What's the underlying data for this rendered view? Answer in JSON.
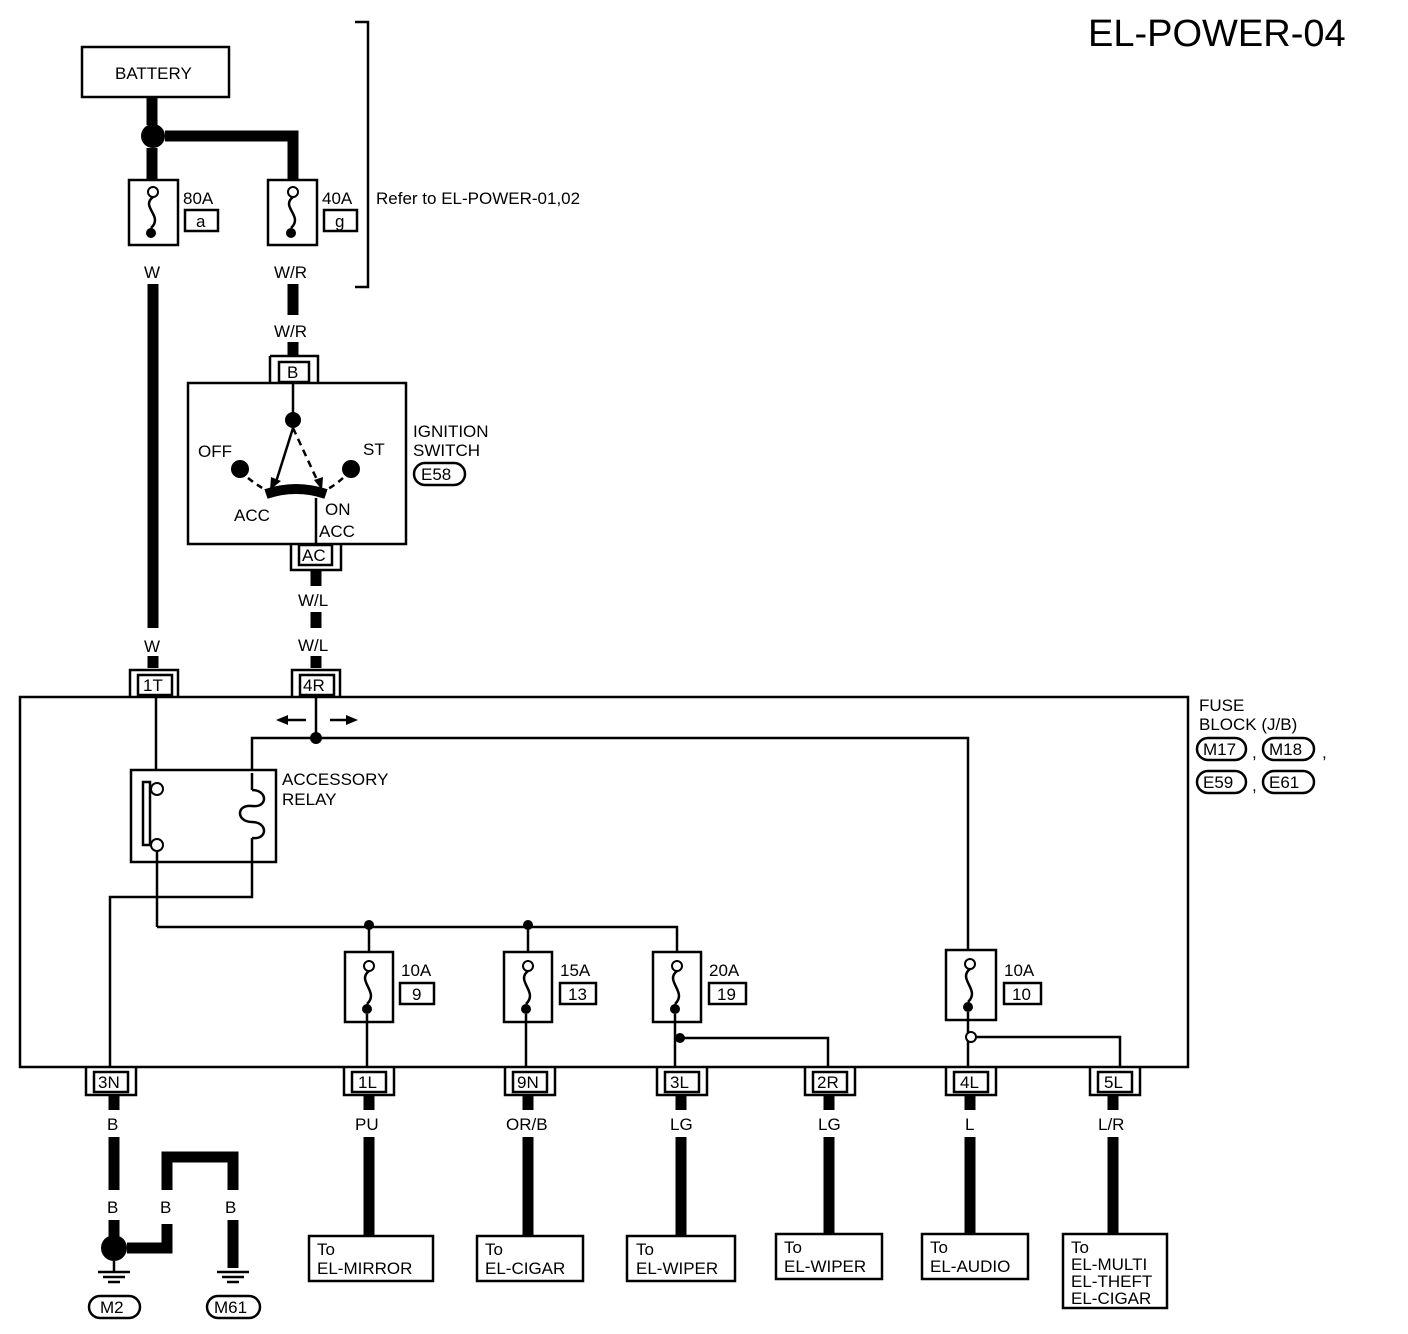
{
  "title": "EL-POWER-04",
  "battery": {
    "label": "BATTERY"
  },
  "fusible_links": [
    {
      "rating": "80A",
      "id": "a"
    },
    {
      "rating": "40A",
      "id": "g"
    }
  ],
  "refer_note": "Refer to EL-POWER-01,02",
  "wires": {
    "battery_left": "W",
    "battery_right": "W/R",
    "to_switch": "W/R",
    "switch_out_1": "W/L",
    "switch_out_2": "W/L",
    "to_fuse_block": "W"
  },
  "ignition_switch": {
    "name_line1": "IGNITION",
    "name_line2": "SWITCH",
    "connector": "E58",
    "terminal_in": "B",
    "terminal_out": "AC",
    "positions": {
      "off": "OFF",
      "st": "ST",
      "acc": "ACC",
      "on": "ON",
      "acc2": "ACC"
    }
  },
  "fuse_block": {
    "name_line1": "FUSE",
    "name_line2": "BLOCK (J/B)",
    "connectors": [
      "M17",
      "M18",
      "E59",
      "E61"
    ],
    "sep1": ",",
    "sep2": ",",
    "sep3": ",",
    "terminals_top": [
      "1T",
      "4R"
    ],
    "relay_line1": "ACCESSORY",
    "relay_line2": "RELAY"
  },
  "fuses": [
    {
      "rating": "10A",
      "number": "9"
    },
    {
      "rating": "15A",
      "number": "13"
    },
    {
      "rating": "20A",
      "number": "19"
    },
    {
      "rating": "10A",
      "number": "10"
    }
  ],
  "outputs": [
    {
      "terminal": "3N",
      "wire": "B"
    },
    {
      "terminal": "1L",
      "wire": "PU",
      "dest_line1": "To",
      "dest_line2": "EL-MIRROR"
    },
    {
      "terminal": "9N",
      "wire": "OR/B",
      "dest_line1": "To",
      "dest_line2": "EL-CIGAR"
    },
    {
      "terminal": "3L",
      "wire": "LG",
      "dest_line1": "To",
      "dest_line2": "EL-WIPER"
    },
    {
      "terminal": "2R",
      "wire": "LG",
      "dest_line1": "To",
      "dest_line2": "EL-WIPER"
    },
    {
      "terminal": "4L",
      "wire": "L",
      "dest_line1": "To",
      "dest_line2": "EL-AUDIO"
    },
    {
      "terminal": "5L",
      "wire": "L/R",
      "dest_line1": "To",
      "dest_line2": "EL-MULTI",
      "dest_line3": "EL-THEFT",
      "dest_line4": "EL-CIGAR"
    }
  ],
  "ground": {
    "wire_1": "B",
    "wire_2": "B",
    "wire_3": "B",
    "grounds": [
      "M2",
      "M61"
    ]
  }
}
